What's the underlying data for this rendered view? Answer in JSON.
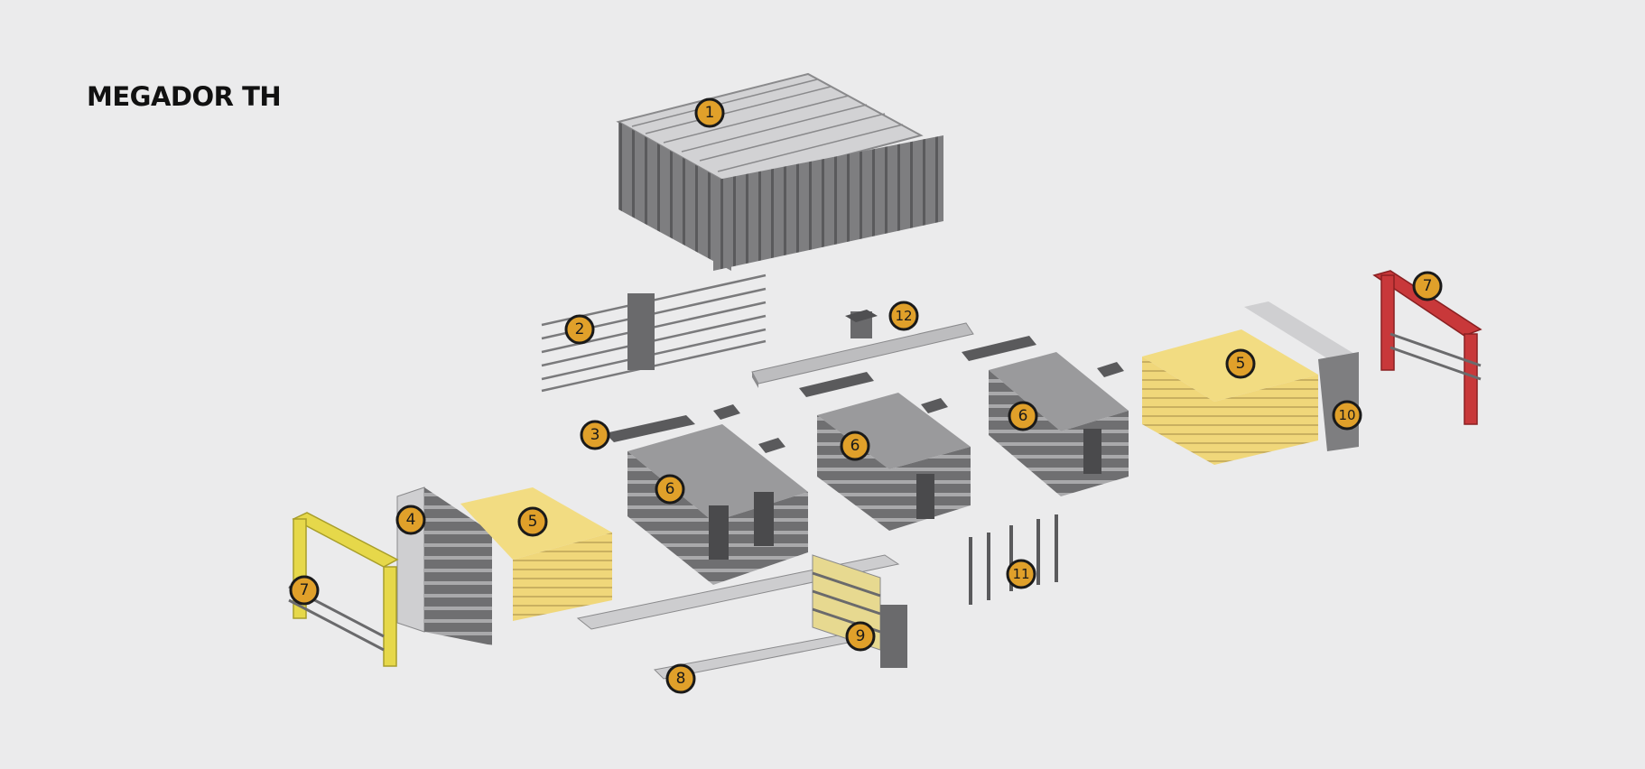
{
  "title": "MEGADOR TH",
  "colors": {
    "background": "#ebebec",
    "steel": "#8a8a8c",
    "steel_dark": "#5e5e60",
    "steel_light": "#c8c8ca",
    "panel_yellow": "#f2dc82",
    "frame_yellow": "#e6d84a",
    "frame_red": "#c8383a",
    "callout_fill": "#e0a02a"
  },
  "callouts": [
    {
      "id": "roof",
      "label": "1"
    },
    {
      "id": "rack",
      "label": "2"
    },
    {
      "id": "track",
      "label": "3"
    },
    {
      "id": "column-left",
      "label": "4"
    },
    {
      "id": "sheets-left",
      "label": "5"
    },
    {
      "id": "sheets-right",
      "label": "5"
    },
    {
      "id": "module-1",
      "label": "6"
    },
    {
      "id": "module-2",
      "label": "6"
    },
    {
      "id": "module-3",
      "label": "6"
    },
    {
      "id": "frame-left",
      "label": "7"
    },
    {
      "id": "frame-right",
      "label": "7"
    },
    {
      "id": "rail",
      "label": "8"
    },
    {
      "id": "drawer",
      "label": "9"
    },
    {
      "id": "column-right",
      "label": "10"
    },
    {
      "id": "supports",
      "label": "11"
    },
    {
      "id": "crane",
      "label": "12"
    }
  ]
}
